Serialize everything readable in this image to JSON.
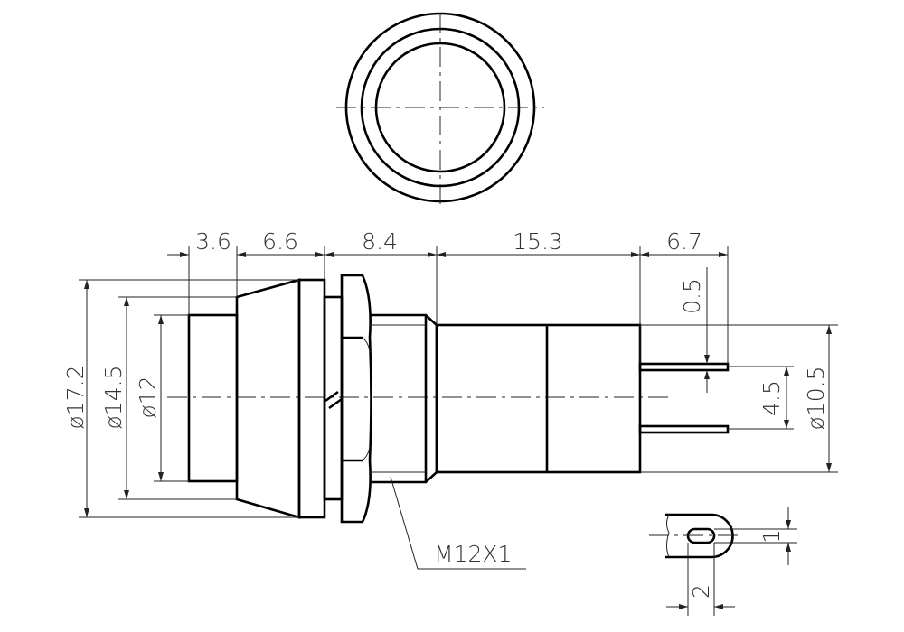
{
  "title": "Push button switch dimension drawing",
  "dimensions": {
    "cap_length": "3.6",
    "cone_length": "6.6",
    "thread_length": "8.4",
    "body_length": "15.3",
    "pin_length": "6.7",
    "pin_thickness": "0.5",
    "pin_spacing": "4.5",
    "body_diameter": "ø10.5",
    "flange_diameter": "ø17.2",
    "cone_diameter": "ø14.5",
    "cap_diameter": "ø12",
    "thread": "M12X1",
    "slot_height": "1",
    "slot_width": "2"
  },
  "colors": {
    "line": "#000000",
    "background": "#ffffff"
  }
}
